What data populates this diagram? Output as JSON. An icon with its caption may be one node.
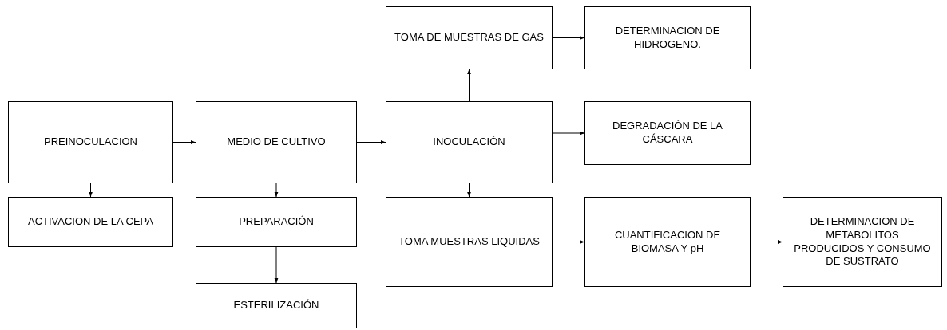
{
  "diagram": {
    "nodes": [
      {
        "text": [
          "PREINOCULACION"
        ]
      },
      {
        "text": [
          "MEDIO DE CULTIVO"
        ]
      },
      {
        "text": [
          "INOCULACIÓN"
        ]
      },
      {
        "text": [
          "TOMA DE MUESTRAS DE GAS"
        ]
      },
      {
        "text": [
          "DETERMINACION DE HIDROGENO."
        ]
      },
      {
        "text": [
          "DEGRADACIÓN DE LA CÁSCARA"
        ]
      },
      {
        "text": [
          "ACTIVACION DE LA CEPA"
        ]
      },
      {
        "text": [
          "PREPARACIÓN"
        ]
      },
      {
        "text": [
          "ESTERILIZACIÓN"
        ]
      },
      {
        "text": [
          "TOMA MUESTRAS LIQUIDAS"
        ]
      },
      {
        "text": [
          "CUANTIFICACION DE BIOMASA Y pH"
        ]
      },
      {
        "text": [
          "DETERMINACION DE METABOLITOS PRODUCIDOS Y CONSUMO DE SUSTRATO"
        ]
      }
    ],
    "edges": [
      {
        "from": 0,
        "to": 1,
        "arrow": "to"
      },
      {
        "from": 1,
        "to": 2,
        "arrow": "to"
      },
      {
        "from": 2,
        "to": 3,
        "arrow": "to"
      },
      {
        "from": 3,
        "to": 4,
        "arrow": "to"
      },
      {
        "from": 2,
        "to": 5,
        "arrow": "to"
      },
      {
        "from": 0,
        "to": 6,
        "arrow": "to"
      },
      {
        "from": 1,
        "to": 7,
        "arrow": "to"
      },
      {
        "from": 7,
        "to": 8,
        "arrow": "to"
      },
      {
        "from": 2,
        "to": 9,
        "arrow": "to"
      },
      {
        "from": 9,
        "to": 10,
        "arrow": "to"
      },
      {
        "from": 10,
        "to": 11,
        "arrow": "to"
      }
    ]
  }
}
